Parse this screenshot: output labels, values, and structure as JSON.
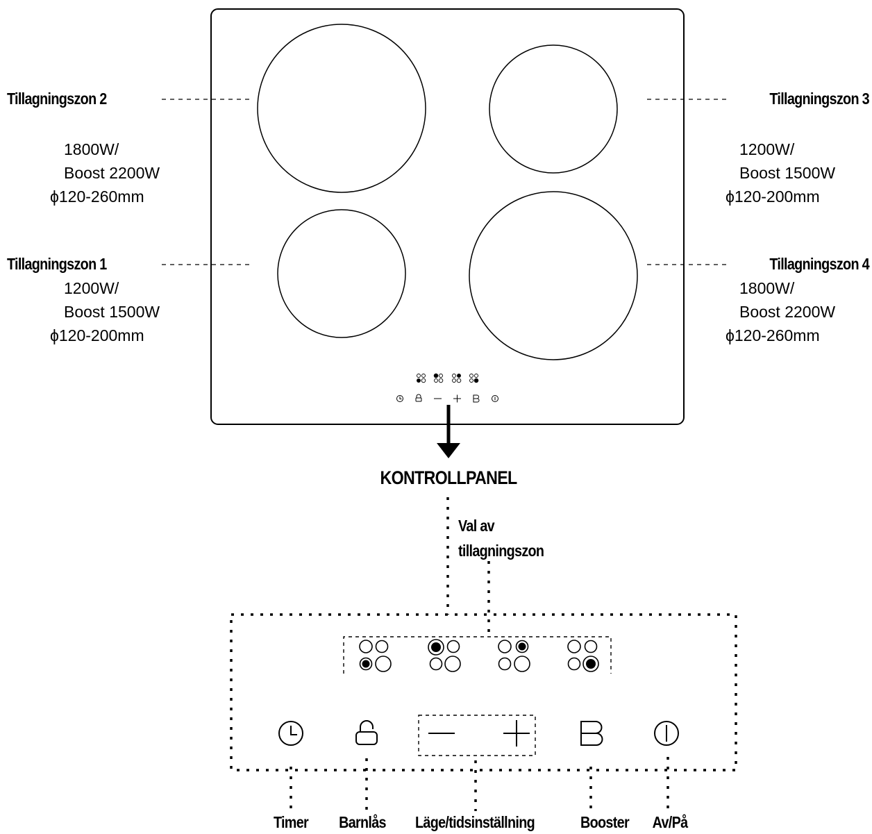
{
  "zones": [
    {
      "id": "zone2",
      "name": "Tillagningszon 2",
      "power": "1800W/",
      "boost": "Boost 2200W",
      "diameter": "ϕ120-260mm"
    },
    {
      "id": "zone3",
      "name": "Tillagningszon 3",
      "power": "1200W/",
      "boost": "Boost 1500W",
      "diameter": "ϕ120-200mm"
    },
    {
      "id": "zone1",
      "name": "Tillagningszon 1",
      "power": "1200W/",
      "boost": "Boost 1500W",
      "diameter": "ϕ120-200mm"
    },
    {
      "id": "zone4",
      "name": "Tillagningszon 4",
      "power": "1800W/",
      "boost": "Boost 2200W",
      "diameter": "ϕ120-260mm"
    }
  ],
  "control_panel": {
    "title": "KONTROLLPANEL",
    "zone_selection_label": [
      "Val av",
      "tillagningszon"
    ]
  },
  "buttons": [
    {
      "label": "Timer",
      "icon": "clock-icon"
    },
    {
      "label": "Barnlås",
      "icon": "lock-icon"
    },
    {
      "label": "Läge/tidsinställning",
      "icon": "minus-plus-icon"
    },
    {
      "label": "Booster",
      "icon": "booster-b-icon"
    },
    {
      "label": "Av/På",
      "icon": "power-icon"
    }
  ]
}
